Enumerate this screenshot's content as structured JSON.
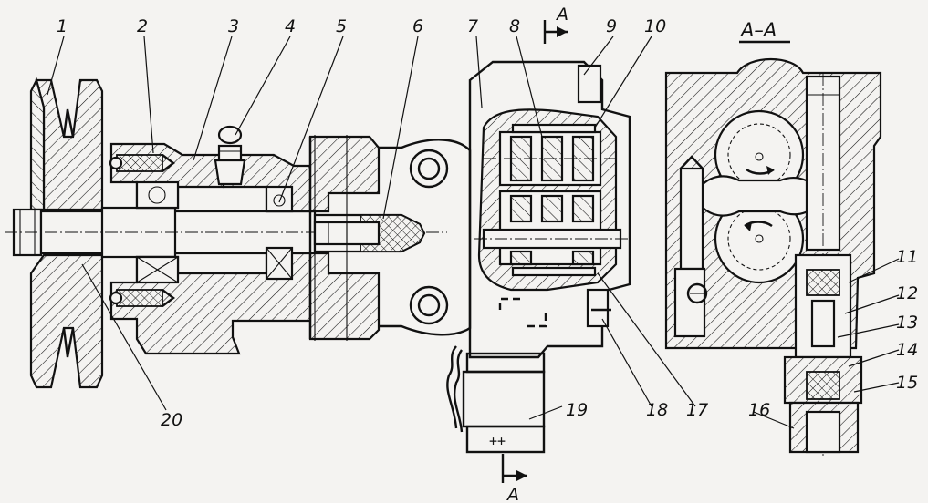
{
  "labels": {
    "n1": "1",
    "n2": "2",
    "n3": "3",
    "n4": "4",
    "n5": "5",
    "n6": "6",
    "n7": "7",
    "n8": "8",
    "n9": "9",
    "n10": "10",
    "n11": "11",
    "n12": "12",
    "n13": "13",
    "n14": "14",
    "n15": "15",
    "n16": "16",
    "n17": "17",
    "n18": "18",
    "n19": "19",
    "n20": "20"
  },
  "section": {
    "title": "A–A",
    "mark_top": "A",
    "mark_bottom": "A"
  },
  "connector": {
    "marking": "++"
  }
}
